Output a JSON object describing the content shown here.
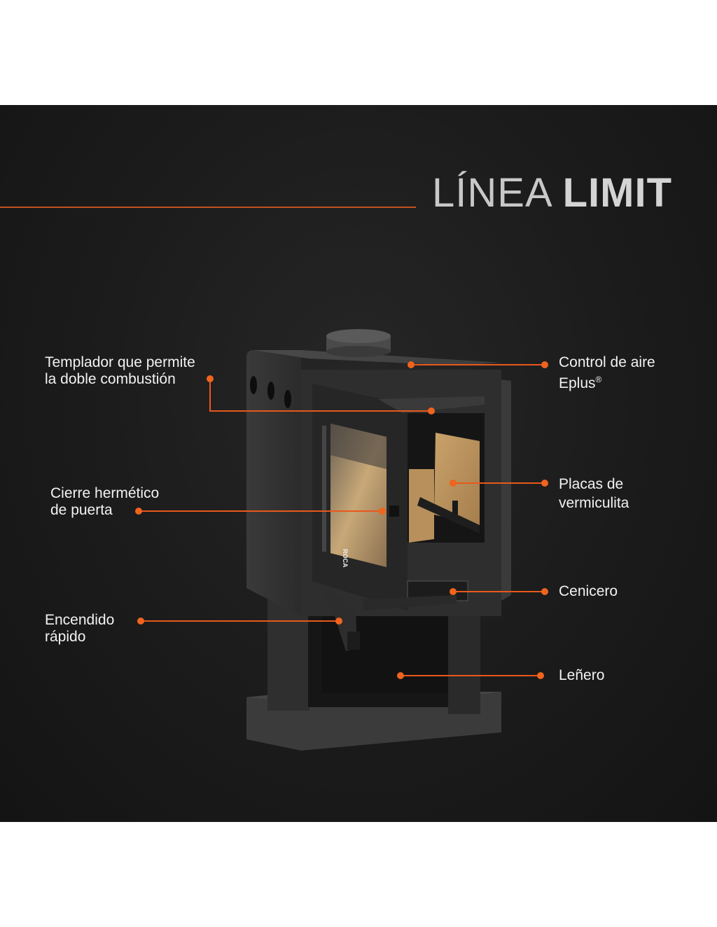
{
  "header": {
    "title_light": "LÍNEA",
    "title_bold": "LIMIT"
  },
  "callouts": {
    "templador": {
      "line1": "Templador que permite",
      "line2": "la doble combustión"
    },
    "control_aire": {
      "line1": "Control de aire",
      "line2": "Eplus",
      "mark": "®"
    },
    "cierre": {
      "line1": "Cierre hermético",
      "line2": "de puerta"
    },
    "placas": {
      "line1": "Placas de",
      "line2": "vermiculita"
    },
    "cenicero": {
      "line1": "Cenicero"
    },
    "encendido": {
      "line1": "Encendido",
      "line2": "rápido"
    },
    "lenero": {
      "line1": "Leñero"
    }
  },
  "product": {
    "door_brand": "ROCA"
  },
  "colors": {
    "accent": "#f0641e",
    "background": "#1b1b1b",
    "text": "#f2f2f2"
  }
}
